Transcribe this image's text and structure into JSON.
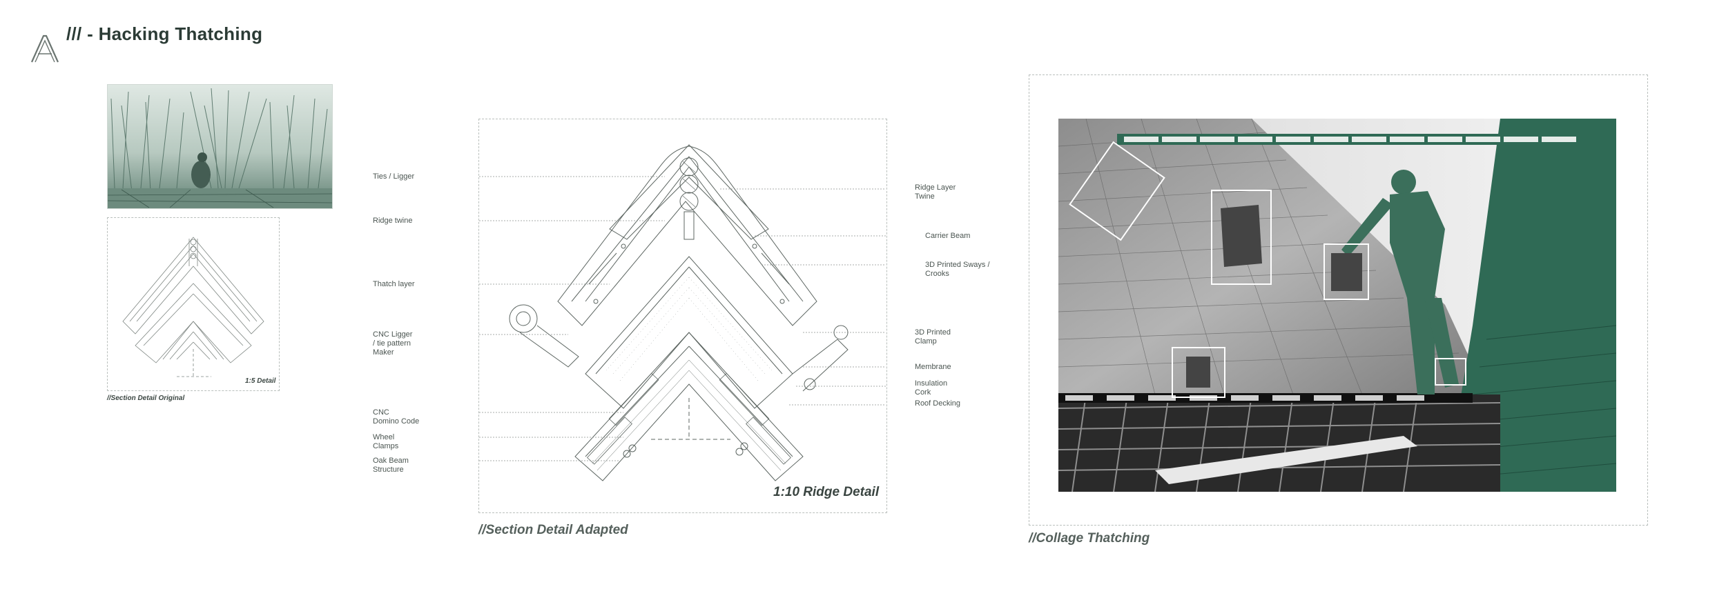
{
  "header": {
    "logo_letter": "A",
    "title": "/// - Hacking Thatching"
  },
  "panels": {
    "original": {
      "scale_label": "1:5 Detail",
      "caption": "//Section Detail Original"
    },
    "adapted": {
      "scale_label": "1:10 Ridge Detail",
      "caption": "//Section Detail Adapted",
      "labels_left": [
        {
          "text": "Ties / Ligger"
        },
        {
          "text": "Ridge twine"
        },
        {
          "text": "Thatch layer"
        },
        {
          "text": "CNC Ligger\n/ tie pattern\nMaker"
        },
        {
          "text": "CNC\nDomino Code"
        },
        {
          "text": "Wheel\nClamps"
        },
        {
          "text": "Oak Beam\nStructure"
        }
      ],
      "labels_right": [
        {
          "text": "Ridge Layer\nTwine"
        },
        {
          "text": "Carrier Beam"
        },
        {
          "text": "3D Printed Sways /\nCrooks"
        },
        {
          "text": "3D Printed\nClamp"
        },
        {
          "text": "Membrane"
        },
        {
          "text": "Insulation\nCork"
        },
        {
          "text": "Roof Decking"
        }
      ]
    },
    "collage": {
      "caption": "//Collage Thatching"
    }
  },
  "colors": {
    "accent_green": "#2f6a55",
    "text_dark": "#2b3b35",
    "line_gray": "#8a908d"
  }
}
